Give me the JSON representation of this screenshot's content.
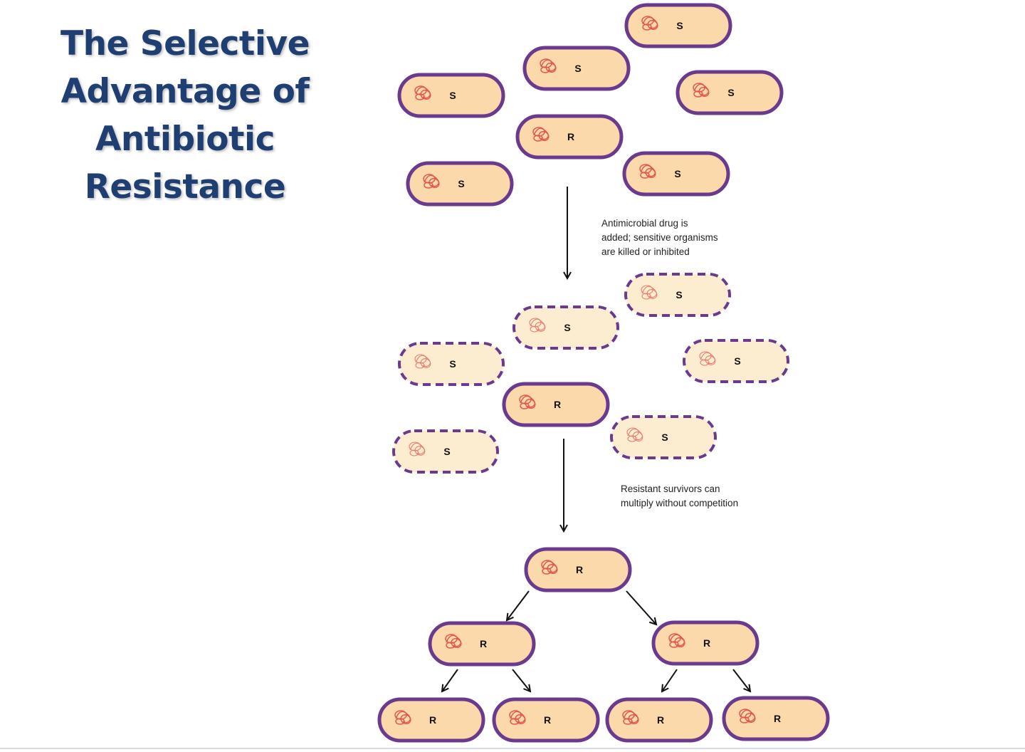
{
  "title": {
    "lines": [
      "The Selective",
      "Advantage of",
      "Antibiotic",
      "Resistance"
    ]
  },
  "notes": {
    "drug_added": [
      "Antimicrobial drug is",
      "added; sensitive organisms",
      "are killed or inhibited"
    ],
    "survivors": [
      "Resistant survivors can",
      "multiply without competition"
    ]
  },
  "labels": {
    "sensitive": "S",
    "resistant": "R"
  },
  "colors": {
    "title": "#1f3f73",
    "cell_fill": "#fcd9ab",
    "dead_cell_fill": "#fdedd0",
    "membrane": "#6a3a8e",
    "dna": "#e0584f"
  }
}
